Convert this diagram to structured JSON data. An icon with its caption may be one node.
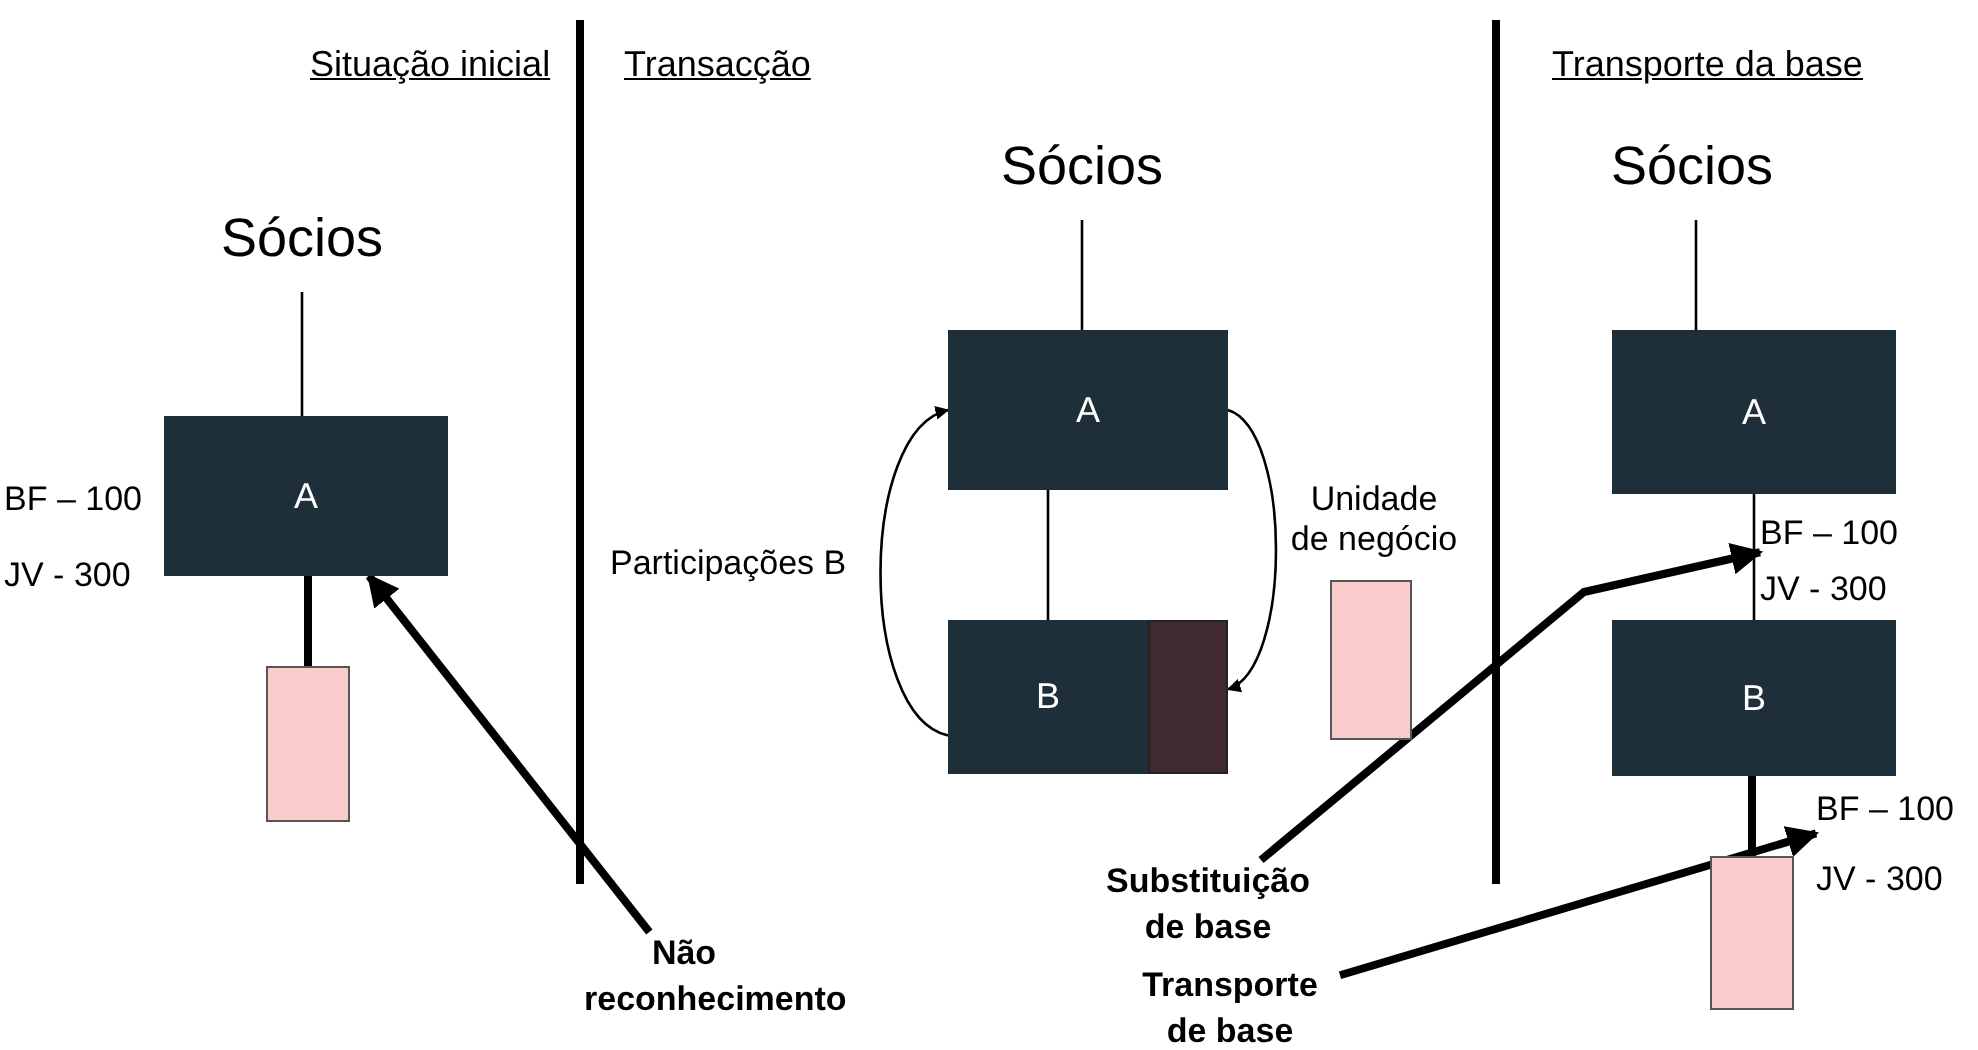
{
  "diagram": {
    "nodes": [
      {
        "text": [
          "Sócios"
        ]
      },
      {
        "text": [
          "A"
        ]
      },
      {
        "text": [],
        "shape": "box"
      },
      {
        "text": [
          "Não reconhecimento"
        ]
      },
      {
        "text": [
          "Sócios"
        ]
      },
      {
        "text": [
          "A"
        ]
      },
      {
        "text": [
          "B"
        ]
      },
      {
        "text": [],
        "shape": "box"
      },
      {
        "text": [],
        "shape": "box",
        "beside": [
          "Unidade de negócio"
        ]
      },
      {
        "text": [
          "Sócios"
        ]
      },
      {
        "text": [
          "A"
        ]
      },
      {
        "text": [
          "B"
        ]
      },
      {
        "text": [],
        "shape": "box"
      },
      {
        "text": [
          "Substituição de base"
        ]
      },
      {
        "text": [
          "Transporte de base"
        ]
      },
      {
        "text": [
          "BF – 100"
        ]
      },
      {
        "text": [
          "BF – 100"
        ]
      }
    ],
    "edges": [
      {
        "from": 0,
        "to": 1,
        "arrow": "none"
      },
      {
        "from": 1,
        "to": 2,
        "arrow": "none",
        "style": "thick"
      },
      {
        "from": 3,
        "to": 1,
        "arrow": "to",
        "style": "thick"
      },
      {
        "from": 4,
        "to": 5,
        "arrow": "none"
      },
      {
        "from": 5,
        "to": 6,
        "arrow": "none"
      },
      {
        "from": 6,
        "to": 5,
        "arrow": "to",
        "label": "Participações B"
      },
      {
        "from": 5,
        "to": 7,
        "arrow": "to"
      },
      {
        "from": 9,
        "to": 10,
        "arrow": "none"
      },
      {
        "from": 10,
        "to": 11,
        "arrow": "none"
      },
      {
        "from": 11,
        "to": 12,
        "arrow": "none",
        "style": "thick"
      },
      {
        "from": 13,
        "to": 15,
        "arrow": "to",
        "style": "thick"
      },
      {
        "from": 14,
        "to": 16,
        "arrow": "to",
        "style": "thick"
      }
    ],
    "labels": [
      "Situação inicial",
      "Transacção",
      "Transporte da base",
      "BF – 100",
      "JV - 300",
      "JV - 300",
      "JV - 300"
    ]
  }
}
